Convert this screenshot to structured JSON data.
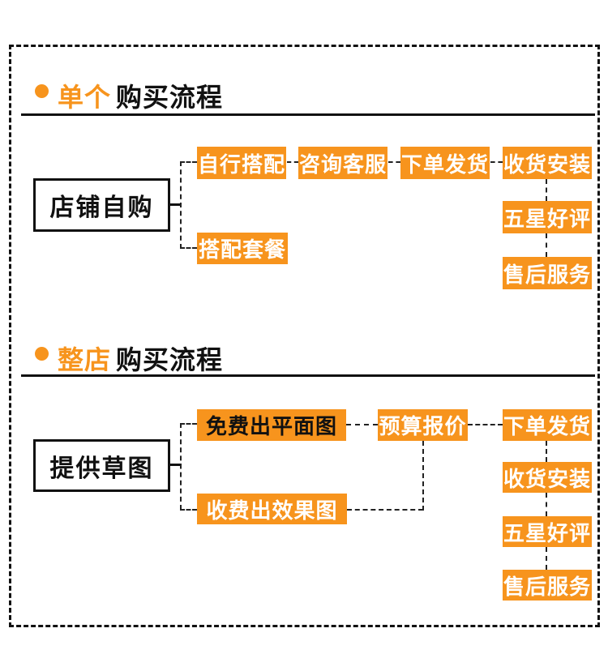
{
  "colors": {
    "accent": "#f7941d",
    "line": "#111111",
    "connector": "#222222",
    "background": "#ffffff",
    "box_text": "#ffffff"
  },
  "section_single": {
    "heading_highlight": "单个",
    "heading_rest": "购买流程",
    "root": "店铺自购",
    "steps": [
      "自行搭配",
      "咨询客服",
      "下单发货",
      "收货安装",
      "五星好评",
      "售后服务"
    ],
    "branch": "搭配套餐"
  },
  "section_whole": {
    "heading_highlight": "整店",
    "heading_rest": "购买流程",
    "root": "提供草图",
    "steps": [
      "免费出平面图",
      "预算报价",
      "下单发货",
      "收货安装",
      "五星好评",
      "售后服务"
    ],
    "branch": "收费出效果图"
  }
}
